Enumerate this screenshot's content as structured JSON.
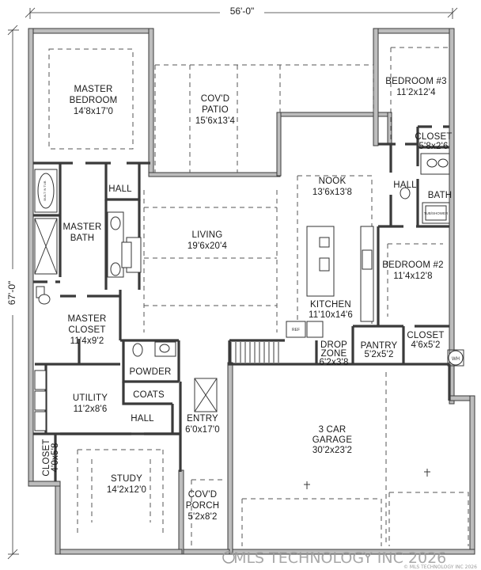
{
  "dimensions": {
    "width_label": "56'-0\"",
    "depth_label": "67'-0\""
  },
  "rooms": [
    {
      "id": "master-bedroom",
      "lines": [
        "MASTER",
        "BEDROOM",
        "14'8x17'0"
      ]
    },
    {
      "id": "covd-patio",
      "lines": [
        "COV'D",
        "PATIO",
        "15'6x13'4"
      ]
    },
    {
      "id": "bedroom-3",
      "lines": [
        "BEDROOM #3",
        "11'2x12'4"
      ]
    },
    {
      "id": "closet-bed3",
      "lines": [
        "CLOSET",
        "5'8x2'6"
      ]
    },
    {
      "id": "nook",
      "lines": [
        "NOOK",
        "13'6x13'8"
      ]
    },
    {
      "id": "hall-right",
      "lines": [
        "HALL"
      ]
    },
    {
      "id": "bath",
      "lines": [
        "BATH"
      ]
    },
    {
      "id": "hall-master",
      "lines": [
        "HALL"
      ]
    },
    {
      "id": "master-bath",
      "lines": [
        "MASTER",
        "BATH"
      ]
    },
    {
      "id": "living",
      "lines": [
        "LIVING",
        "19'6x20'4"
      ]
    },
    {
      "id": "bedroom-2",
      "lines": [
        "BEDROOM #2",
        "11'4x12'8"
      ]
    },
    {
      "id": "kitchen",
      "lines": [
        "KITCHEN",
        "11'10x14'6"
      ]
    },
    {
      "id": "master-closet",
      "lines": [
        "MASTER",
        "CLOSET",
        "11'4x9'2"
      ]
    },
    {
      "id": "drop-zone",
      "lines": [
        "DROP",
        "ZONE",
        "6'2x3'8"
      ]
    },
    {
      "id": "pantry",
      "lines": [
        "PANTRY",
        "5'2x5'2"
      ]
    },
    {
      "id": "closet-bed2",
      "lines": [
        "CLOSET",
        "4'6x5'2"
      ]
    },
    {
      "id": "powder",
      "lines": [
        "POWDER"
      ]
    },
    {
      "id": "coats",
      "lines": [
        "COATS"
      ]
    },
    {
      "id": "utility",
      "lines": [
        "UTILITY",
        "11'2x8'6"
      ]
    },
    {
      "id": "hall-entry",
      "lines": [
        "HALL"
      ]
    },
    {
      "id": "entry",
      "lines": [
        "ENTRY",
        "6'0x17'0"
      ]
    },
    {
      "id": "garage",
      "lines": [
        "3 CAR",
        "GARAGE",
        "30'2x23'2"
      ]
    },
    {
      "id": "closet-study",
      "lines": [
        "CLOSET",
        "4'0x5'8"
      ]
    },
    {
      "id": "study",
      "lines": [
        "STUDY",
        "14'2x12'0"
      ]
    },
    {
      "id": "covd-porch",
      "lines": [
        "COV'D",
        "PORCH",
        "5'2x8'2"
      ]
    }
  ],
  "fixture_labels": {
    "tub_master": "BUILT IN TUB",
    "tub_bath": "TUB/SHOWER",
    "water_heater": "WH",
    "fridge": "REF"
  },
  "watermark": {
    "main": "© MLS TECHNOLOGY INC 2026",
    "small": "© MLS TECHNOLOGY INC 2026"
  }
}
